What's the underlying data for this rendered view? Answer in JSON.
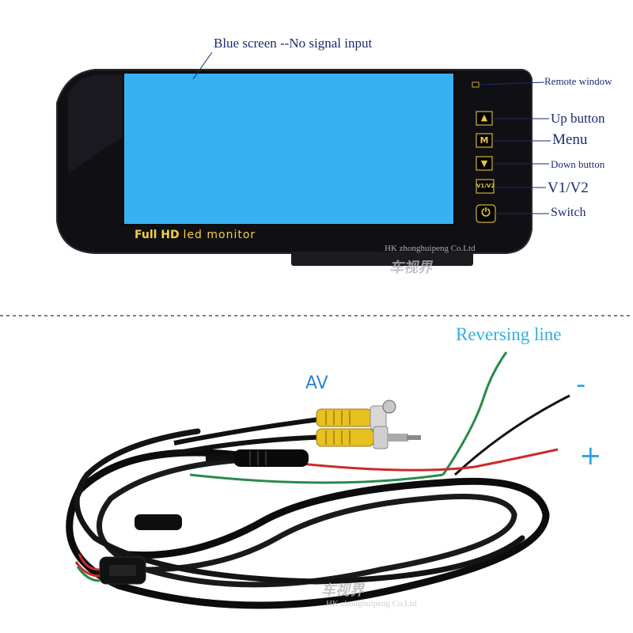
{
  "monitor": {
    "brand_label_bold": "Full HD",
    "brand_label_rest": "led monitor",
    "buttons": [
      "▲",
      "M",
      "▼",
      "V1/V2",
      "⏻"
    ]
  },
  "callouts": {
    "blue_screen": "Blue screen --No signal input",
    "remote_window": "Remote window",
    "up": "Up button",
    "menu": "Menu",
    "down": "Down button",
    "v1v2": "V1/V2",
    "switch": "Switch"
  },
  "cable": {
    "reversing_line": "Reversing line",
    "av": "AV",
    "minus": "-",
    "plus": "+"
  },
  "watermarks": {
    "company": "HK zhonghuipeng Co.Ltd",
    "company_short": "HK zhonghuipeng Co.Ltd",
    "cn_logo": "车视界"
  },
  "colors": {
    "screen_blue": "#37b1f2",
    "label_yellow": "#f2d040",
    "callout_text": "#1c2a6e",
    "accent_cyan": "#33aee0",
    "wire_green": "#2a8a4a",
    "wire_red": "#cc2a2a",
    "wire_black": "#111111",
    "rca_yellow": "#e8c020"
  }
}
